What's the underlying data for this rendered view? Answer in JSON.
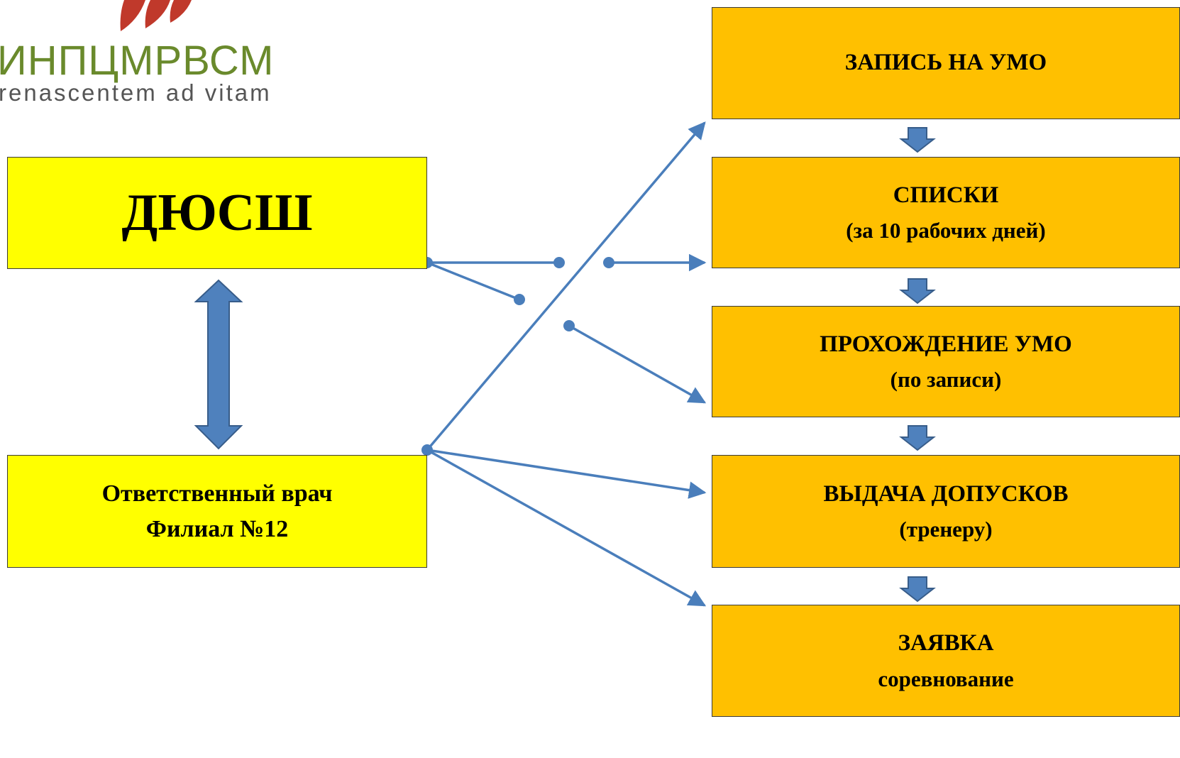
{
  "logo": {
    "name": "ИНПЦМРВСМ",
    "motto": "renascentem ad vitam"
  },
  "left": {
    "top_box": {
      "label": "ДЮСШ"
    },
    "bottom_box": {
      "line1": "Ответственный врач",
      "line2": "Филиал №12"
    }
  },
  "steps": [
    {
      "title": "ЗАПИСЬ НА УМО",
      "sub": ""
    },
    {
      "title": "СПИСКИ",
      "sub": "(за 10 рабочих дней)"
    },
    {
      "title": "ПРОХОЖДЕНИЕ УМО",
      "sub": "(по записи)"
    },
    {
      "title": "ВЫДАЧА ДОПУСКОВ",
      "sub": "(тренеру)"
    },
    {
      "title": "ЗАЯВКА",
      "sub": "соревнование"
    }
  ],
  "colors": {
    "left_box_fill": "#ffff00",
    "step_box_fill": "#ffc000",
    "connector": "#4a7ebb",
    "logo_red": "#c0392b",
    "logo_green": "#6a8a2c"
  }
}
